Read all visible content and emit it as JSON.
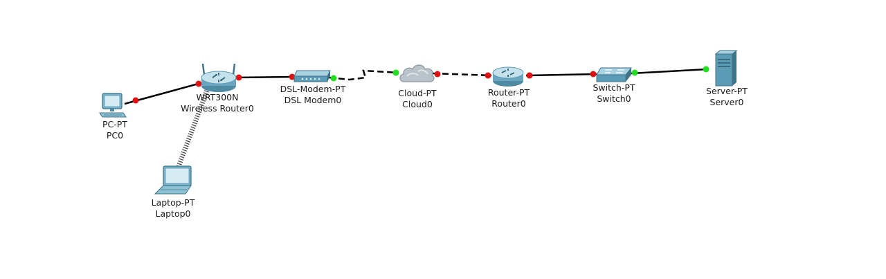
{
  "devices": {
    "pc0": {
      "model": "PC-PT",
      "name": "PC0"
    },
    "wireless_router0": {
      "model": "WRT300N",
      "name": "Wireless Router0"
    },
    "laptop0": {
      "model": "Laptop-PT",
      "name": "Laptop0"
    },
    "dsl_modem0": {
      "model": "DSL-Modem-PT",
      "name": "DSL Modem0"
    },
    "cloud0": {
      "model": "Cloud-PT",
      "name": "Cloud0"
    },
    "router0": {
      "model": "Router-PT",
      "name": "Router0"
    },
    "switch0": {
      "model": "Switch-PT",
      "name": "Switch0"
    },
    "server0": {
      "model": "Server-PT",
      "name": "Server0"
    }
  },
  "links": [
    {
      "from": "pc0",
      "to": "wireless_router0",
      "type": "copper-straight",
      "status_from": "down",
      "status_to": "down"
    },
    {
      "from": "wireless_router0",
      "to": "laptop0",
      "type": "wireless"
    },
    {
      "from": "wireless_router0",
      "to": "dsl_modem0",
      "type": "copper-straight",
      "status_from": "down",
      "status_to": "down"
    },
    {
      "from": "dsl_modem0",
      "to": "cloud0",
      "type": "phone",
      "status_from": "up",
      "status_to": "up"
    },
    {
      "from": "cloud0",
      "to": "router0",
      "type": "serial",
      "status_from": "down",
      "status_to": "down"
    },
    {
      "from": "router0",
      "to": "switch0",
      "type": "copper-straight",
      "status_from": "down",
      "status_to": "down"
    },
    {
      "from": "switch0",
      "to": "server0",
      "type": "copper-straight",
      "status_from": "up",
      "status_to": "up"
    }
  ],
  "colors": {
    "link_up": "#22dd22",
    "link_down": "#dd1111",
    "cable": "#000000",
    "device_blue": "#5b9bb5"
  }
}
